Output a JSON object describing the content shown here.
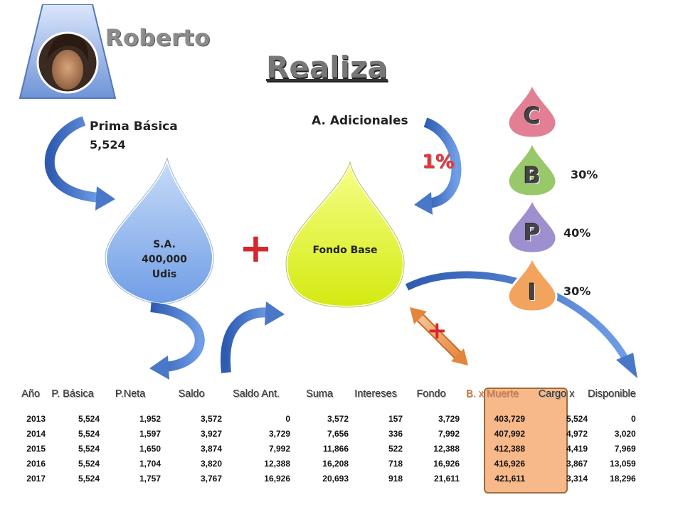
{
  "header": {
    "name": "Roberto",
    "title": "Realiza"
  },
  "labels": {
    "prima_basica": "Prima Básica",
    "prima_basica_value": "5,524",
    "sa_line1": "S.A.",
    "sa_line2": "400,000",
    "sa_line3": "Udis",
    "fondo_base": "Fondo Base",
    "adicionales": "A. Adicionales",
    "one_pct": "1%",
    "plus_big": "+",
    "plus_small": "+"
  },
  "funds": [
    {
      "letter": "C",
      "percent": "",
      "color": "#e27f95"
    },
    {
      "letter": "B",
      "percent": "30%",
      "color": "#98c86a"
    },
    {
      "letter": "P",
      "percent": "40%",
      "color": "#9e8fcf"
    },
    {
      "letter": "I",
      "percent": "30%",
      "color": "#f2a45e"
    }
  ],
  "table": {
    "headers": [
      "Año",
      "P. Básica",
      "P.Neta",
      "Saldo",
      "Saldo Ant.",
      "Suma",
      "Intereses",
      "Fondo",
      "B. x Muerte",
      "Cargo x",
      "Disponible"
    ],
    "rows": [
      [
        "2013",
        "5,524",
        "1,952",
        "3,572",
        "0",
        "3,572",
        "157",
        "3,729",
        "403,729",
        "5,524",
        "0"
      ],
      [
        "2014",
        "5,524",
        "1,597",
        "3,927",
        "3,729",
        "7,656",
        "336",
        "7,992",
        "407,992",
        "4,972",
        "3,020"
      ],
      [
        "2015",
        "5,524",
        "1,650",
        "3,874",
        "7,992",
        "11,866",
        "522",
        "12,388",
        "412,388",
        "4,419",
        "7,969"
      ],
      [
        "2016",
        "5,524",
        "1,704",
        "3,820",
        "12,388",
        "16,208",
        "718",
        "16,926",
        "416,926",
        "3,867",
        "13,059"
      ],
      [
        "2017",
        "5,524",
        "1,757",
        "3,767",
        "16,926",
        "20,693",
        "918",
        "21,611",
        "421,611",
        "3,314",
        "18,296"
      ]
    ]
  },
  "colors": {
    "blue_drop": "#8fb4ea",
    "yellow_drop": "#e6f54a",
    "arrow": "#4a78c8",
    "accent_red": "#e8343a",
    "highlight": "#f7b88a"
  }
}
